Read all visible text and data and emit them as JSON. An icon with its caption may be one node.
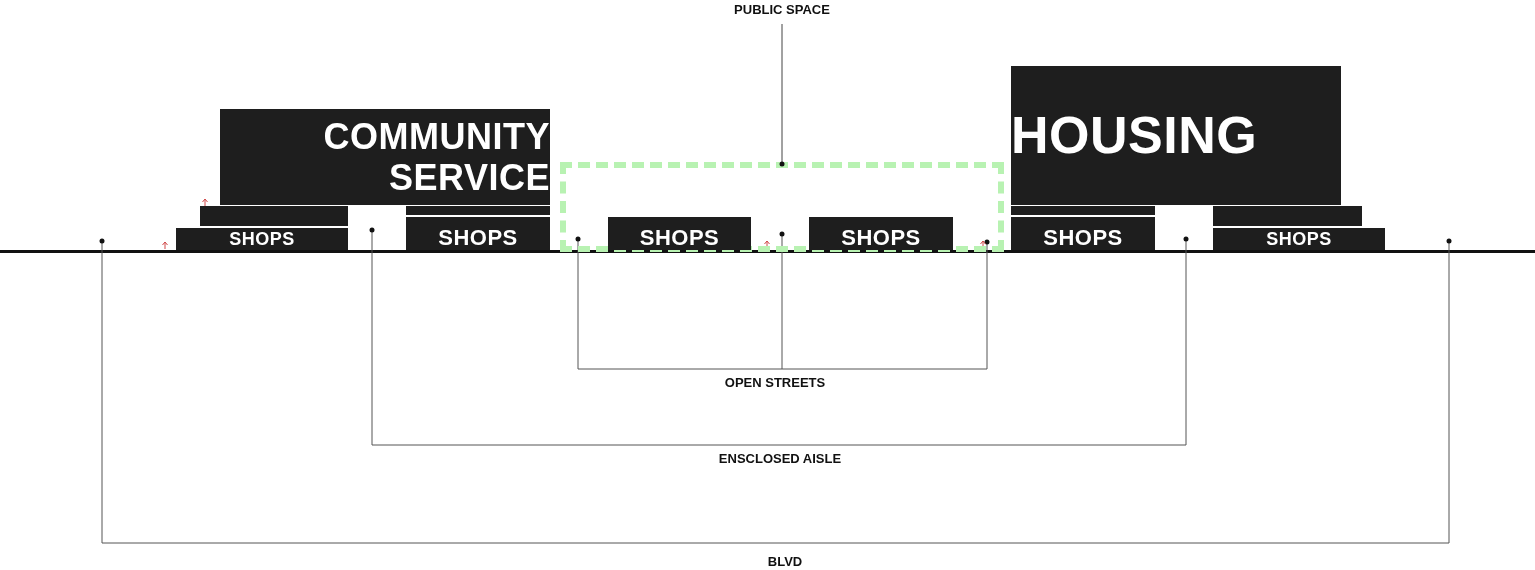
{
  "diagram": {
    "nodes": [
      {
        "text": [
          "PUBLIC SPACE"
        ]
      },
      {
        "text": [
          "HOUSING"
        ]
      },
      {
        "text": [
          "COMMUNITY SERVICE"
        ]
      },
      {
        "text": [],
        "shape": "box"
      },
      {
        "text": [],
        "shape": "bar"
      },
      {
        "text": [],
        "shape": "bar"
      },
      {
        "text": [],
        "shape": "bar"
      },
      {
        "text": [],
        "shape": "bar"
      },
      {
        "text": [
          "SHOPS"
        ]
      },
      {
        "text": [
          "SHOPS"
        ]
      },
      {
        "text": [
          "SHOPS"
        ],
        "in": 3
      },
      {
        "text": [
          "SHOPS"
        ],
        "in": 3
      },
      {
        "text": [
          "SHOPS"
        ]
      },
      {
        "text": [
          "SHOPS"
        ]
      }
    ],
    "edges": [
      {
        "from": 0,
        "to": 3,
        "arrow": "other"
      }
    ],
    "labels": [
      "OPEN STREETS",
      "ENSCLOSED AISLE",
      "BLVD"
    ]
  }
}
